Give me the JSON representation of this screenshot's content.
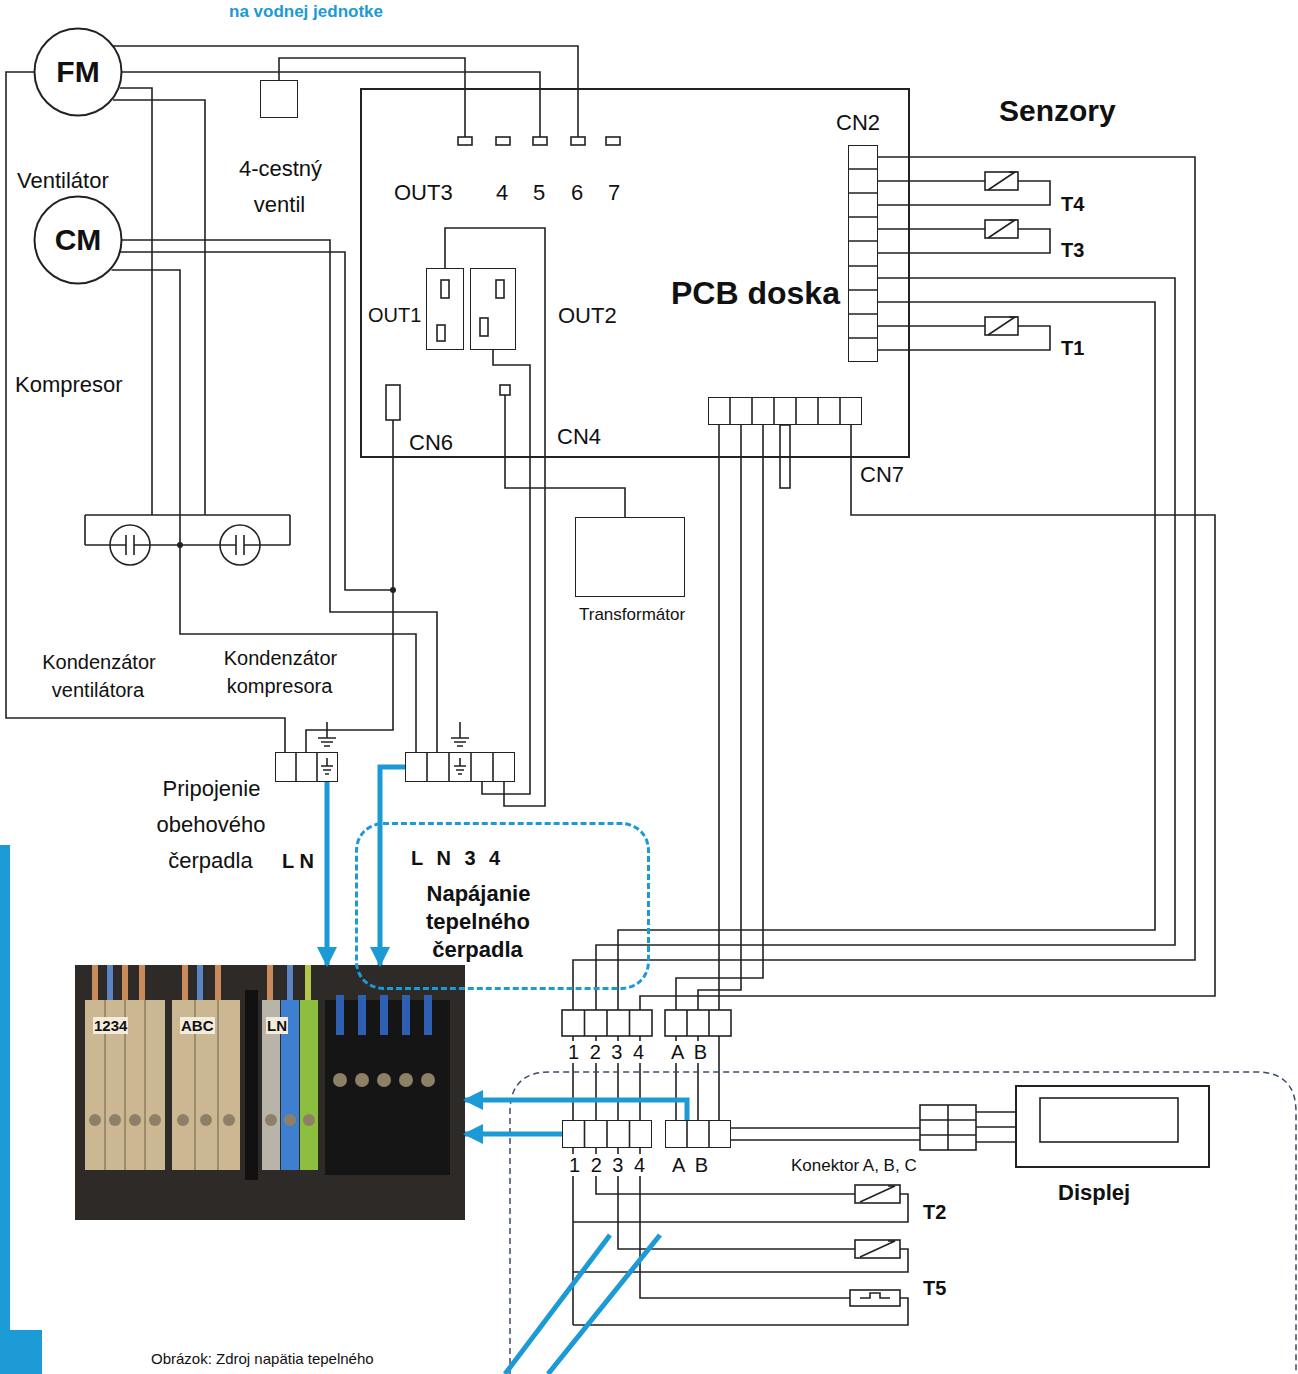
{
  "diagram": {
    "title": "na vodnej jednotke",
    "caption": "Obrázok: Zdroj napätia tepelného",
    "nodes": [
      {
        "text": [
          "FM"
        ]
      },
      {
        "text": [
          "4-cestný ventil"
        ]
      },
      {
        "text": [
          "PCB doska"
        ]
      },
      {
        "text": [
          "OUT1"
        ],
        "in": 2
      },
      {
        "text": [
          "OUT2"
        ],
        "in": 2
      },
      {
        "text": [
          "CN2"
        ],
        "in": 2
      },
      {
        "text": [
          "CN7"
        ],
        "in": 2
      },
      {
        "text": [
          "CM"
        ]
      },
      {
        "text": [
          "Transformátor"
        ]
      },
      {
        "text": [
          "Pripojenie obehového čerpadla",
          "L N"
        ]
      },
      {
        "text": [
          "L N 3 4"
        ]
      },
      {
        "text": [
          "Napájanie tepelného čerpadla"
        ]
      },
      {
        "text": [
          "1234",
          "ABC",
          "LN"
        ]
      },
      {
        "text": [
          "1 2 3 4"
        ]
      },
      {
        "text": [
          "A B"
        ]
      },
      {
        "text": [
          "Displej"
        ]
      }
    ],
    "edges": [
      {
        "from": 0,
        "to": 2,
        "arrow": "none"
      },
      {
        "from": 0,
        "to": 2,
        "arrow": "none"
      },
      {
        "from": 0,
        "to": 9,
        "arrow": "none"
      },
      {
        "from": 1,
        "to": 2,
        "arrow": "none"
      },
      {
        "from": 7,
        "to": 2,
        "arrow": "none"
      },
      {
        "from": 7,
        "to": 10,
        "arrow": "none"
      },
      {
        "from": 3,
        "to": 10,
        "arrow": "none"
      },
      {
        "from": 4,
        "to": 10,
        "arrow": "none"
      },
      {
        "from": 2,
        "to": 8,
        "arrow": "none"
      },
      {
        "from": 9,
        "to": 12,
        "arrow": "to"
      },
      {
        "from": 10,
        "to": 12,
        "arrow": "to"
      },
      {
        "from": 13,
        "to": 12,
        "arrow": "to"
      },
      {
        "from": 14,
        "to": 12,
        "arrow": "to"
      }
    ],
    "labels": [
      "OUT3",
      "4",
      "5",
      "6",
      "7",
      "Senzory",
      "T4",
      "T3",
      "T1",
      "Ventilátor",
      "Kompresor",
      "CN6",
      "CN4",
      "Kondenzátor ventilátora",
      "Kondenzátor kompresora",
      "1 2 3 4",
      "A B",
      "Konektor A, B, C",
      "T2",
      "T5"
    ]
  }
}
